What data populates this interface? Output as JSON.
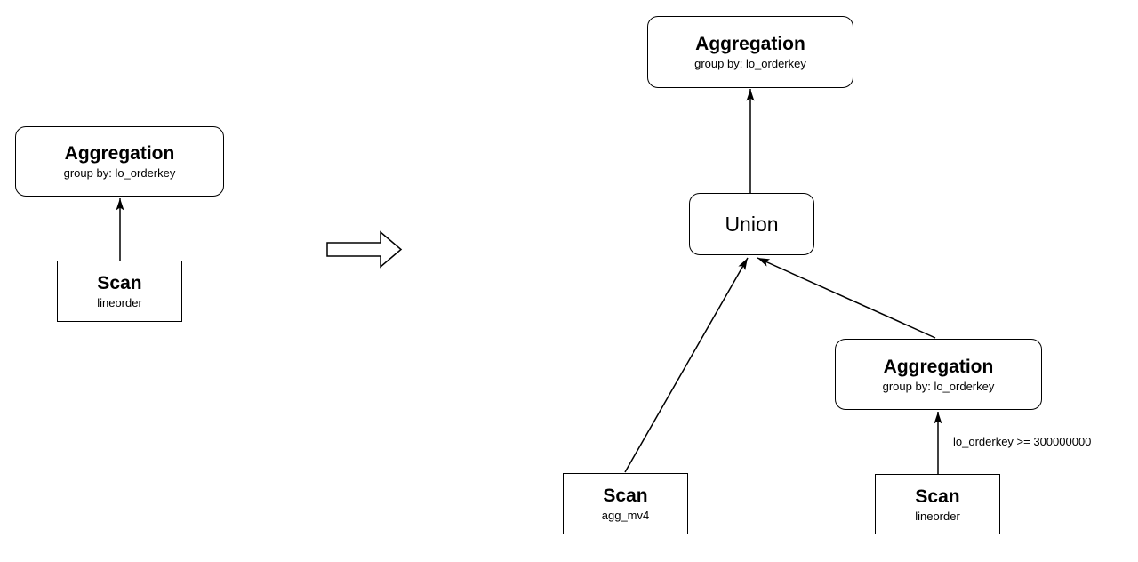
{
  "colors": {
    "stroke": "#000000",
    "fill": "#ffffff",
    "background": "#ffffff",
    "text": "#000000"
  },
  "before_plan": {
    "aggregation": {
      "title": "Aggregation",
      "subtitle": "group by: lo_orderkey"
    },
    "scan": {
      "title": "Scan",
      "subtitle": "lineorder"
    }
  },
  "transform": {
    "arrow_icon": "right-arrow"
  },
  "after_plan": {
    "aggregation_top": {
      "title": "Aggregation",
      "subtitle": "group by: lo_orderkey"
    },
    "union": {
      "title": "Union"
    },
    "scan_mv": {
      "title": "Scan",
      "subtitle": "agg_mv4"
    },
    "aggregation_filtered": {
      "title": "Aggregation",
      "subtitle": "group by: lo_orderkey"
    },
    "scan_lineorder": {
      "title": "Scan",
      "subtitle": "lineorder"
    },
    "filter_edge_label": "lo_orderkey >= 300000000"
  }
}
